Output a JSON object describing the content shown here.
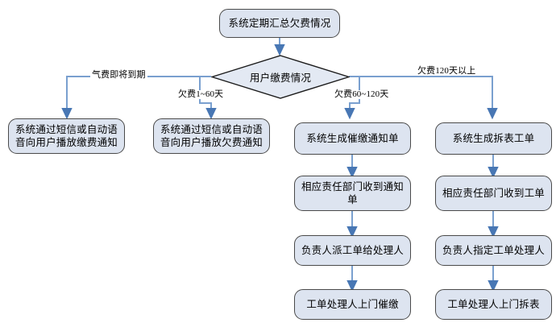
{
  "diagram": {
    "type": "flowchart",
    "title_node": {
      "id": "start",
      "label": "系统定期汇总欠费情况"
    },
    "decision": {
      "id": "decision",
      "label": "用户缴费情况"
    },
    "branch_labels": [
      {
        "id": "branch-1",
        "label": "气费即将到期"
      },
      {
        "id": "branch-2",
        "label": "欠费1~60天"
      },
      {
        "id": "branch-3",
        "label": "欠费60~120天"
      },
      {
        "id": "branch-4",
        "label": "欠费120天以上"
      }
    ],
    "columns": [
      {
        "id": "col-1",
        "nodes": [
          {
            "id": "c1n1",
            "label": "系统通过短信或自动语音向用户播放缴费通知"
          }
        ]
      },
      {
        "id": "col-2",
        "nodes": [
          {
            "id": "c2n1",
            "label": "系统通过短信或自动语音向用户播放欠费通知"
          }
        ]
      },
      {
        "id": "col-3",
        "nodes": [
          {
            "id": "c3n1",
            "label": "系统生成催缴通知单"
          },
          {
            "id": "c3n2",
            "label": "相应责任部门收到通知单"
          },
          {
            "id": "c3n3",
            "label": "负责人派工单给处理人"
          },
          {
            "id": "c3n4",
            "label": "工单处理人上门催缴"
          }
        ]
      },
      {
        "id": "col-4",
        "nodes": [
          {
            "id": "c4n1",
            "label": "系统生成拆表工单"
          },
          {
            "id": "c4n2",
            "label": "相应责任部门收到工单"
          },
          {
            "id": "c4n3",
            "label": "负责人指定工单处理人"
          },
          {
            "id": "c4n4",
            "label": "工单处理人上门拆表"
          }
        ]
      }
    ],
    "colors": {
      "node_fill": "#dde4f0",
      "node_border": "#4a4a4a",
      "decision_fill": "#e3e9f3",
      "decision_border": "#1a1a1a",
      "connector": "#5b86c4",
      "background": "#ffffff",
      "text": "#000000"
    }
  }
}
